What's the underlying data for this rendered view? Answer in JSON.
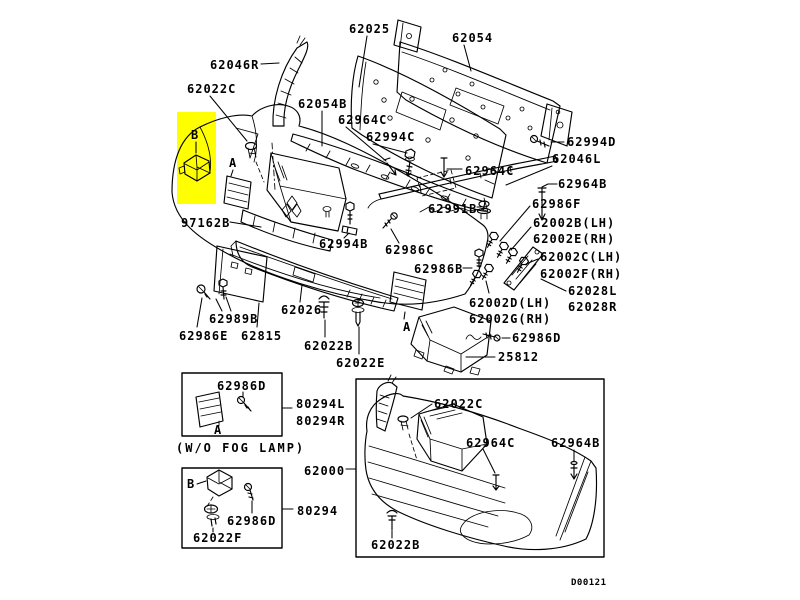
{
  "colors": {
    "background": "#ffffff",
    "line": "#000000",
    "highlight": "#ffff00"
  },
  "labels": {
    "l62025": "62025",
    "l62054": "62054",
    "l62046R": "62046R",
    "l62022C_top": "62022C",
    "l62054B": "62054B",
    "l62964C_top": "62964C",
    "l62994C": "62994C",
    "marker_B_main": "B",
    "l62994D": "62994D",
    "l62046L": "62046L",
    "marker_A_main": "A",
    "l62964B_upper": "62964B",
    "l62964C_mid": "62964C",
    "l62991B": "62991B",
    "l62986F": "62986F",
    "l97162B": "97162B",
    "l62002B_LH": "62002B(LH)",
    "l62002E_RH": "62002E(RH)",
    "l62994B": "62994B",
    "l62986C": "62986C",
    "l62002C_LH": "62002C(LH)",
    "l62002F_RH": "62002F(RH)",
    "l62986B": "62986B",
    "l62028L": "62028L",
    "l62028R": "62028R",
    "l62002D_LH": "62002D(LH)",
    "l62002G_RH": "62002G(RH)",
    "l62026": "62026",
    "marker_A_fog": "A",
    "l62989B": "62989B",
    "l62986E": "62986E",
    "l62815": "62815",
    "l62022B_mid": "62022B",
    "l62986D_duct": "62986D",
    "l25812": "25812",
    "l62022E": "62022E",
    "inset_wo_fog": {
      "l62986D": "62986D",
      "marker_A": "A",
      "caption": "(W/O FOG LAMP)",
      "l80294L": "80294L",
      "l80294R": "80294R"
    },
    "l62000": "62000",
    "inset_fog": {
      "marker_B": "B",
      "l62986D": "62986D",
      "l62022F": "62022F",
      "l80294": "80294"
    },
    "main_view": {
      "l62022C": "62022C",
      "l62964C": "62964C",
      "l62964B": "62964B",
      "l62022B": "62022B"
    },
    "drawing_code": "D00121"
  }
}
